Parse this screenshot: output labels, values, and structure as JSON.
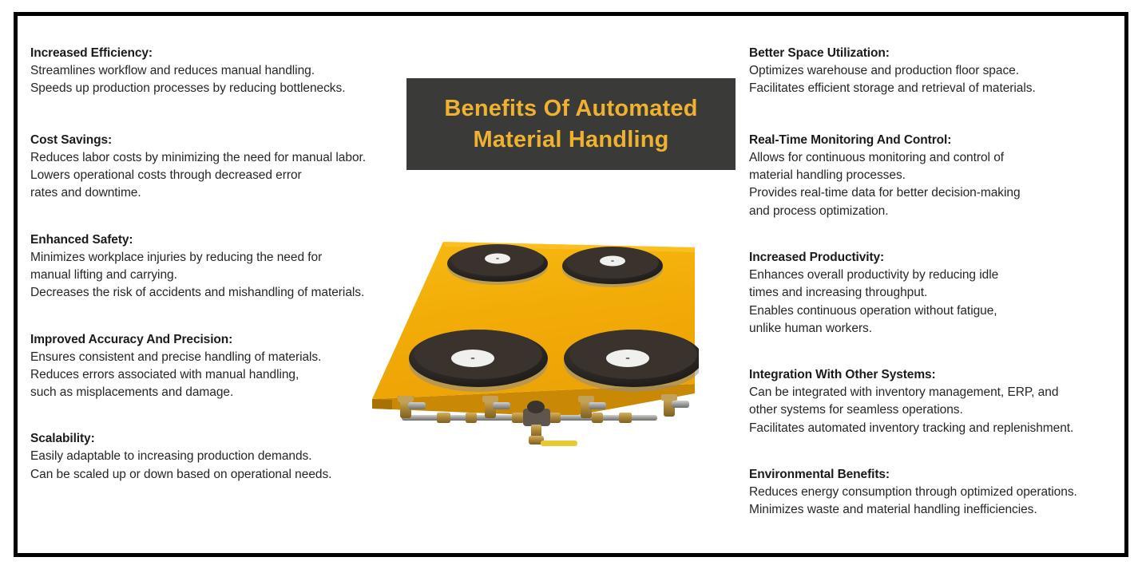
{
  "banner": {
    "line1": "Benefits Of Automated",
    "line2": "Material Handling",
    "background_color": "#3a3a38",
    "text_color": "#eeb130"
  },
  "frame": {
    "border_color": "#000000",
    "background_color": "#ffffff"
  },
  "left_column": [
    {
      "title": "Increased Efficiency:",
      "lines": [
        "Streamlines workflow and reduces manual handling.",
        "Speeds up production processes by reducing bottlenecks."
      ]
    },
    {
      "title": "Cost Savings:",
      "lines": [
        "Reduces labor costs by minimizing the need for manual labor.",
        "Lowers operational costs through decreased error",
        "rates and downtime."
      ]
    },
    {
      "title": "Enhanced Safety:",
      "lines": [
        "Minimizes workplace injuries by reducing the need for",
        "manual lifting and carrying.",
        "Decreases the risk of accidents and mishandling of materials."
      ]
    },
    {
      "title": "Improved Accuracy And Precision:",
      "lines": [
        "Ensures consistent and precise handling of materials.",
        "Reduces errors associated with manual handling,",
        "such as misplacements and damage."
      ]
    },
    {
      "title": "Scalability:",
      "lines": [
        "Easily adaptable to increasing production demands.",
        "Can be scaled up or down based on operational needs."
      ]
    }
  ],
  "right_column": [
    {
      "title": "Better Space Utilization:",
      "lines": [
        "Optimizes warehouse and production floor space.",
        "Facilitates efficient storage and retrieval of materials."
      ]
    },
    {
      "title": "Real-Time Monitoring And Control:",
      "lines": [
        "Allows for continuous monitoring and control of",
        "material handling processes.",
        "Provides real-time data for better decision-making",
        "and process optimization."
      ]
    },
    {
      "title": "Increased Productivity:",
      "lines": [
        "Enhances overall productivity by reducing idle",
        "times and increasing throughput.",
        "Enables continuous operation without fatigue,",
        "unlike human workers."
      ]
    },
    {
      "title": "Integration With Other Systems:",
      "lines": [
        "Can be integrated with inventory management, ERP, and",
        "other systems for seamless operations.",
        "Facilitates automated inventory tracking and replenishment."
      ]
    },
    {
      "title": "Environmental Benefits:",
      "lines": [
        "Reduces energy consumption through optimized operations.",
        "Minimizes waste and material handling inefficiencies."
      ]
    }
  ],
  "product_image": {
    "name": "vacuum-lifter-photo",
    "plate_color": "#f2ab07",
    "plate_edge_color": "#d79205",
    "suction_cup_color": "#2b2724",
    "suction_cup_center_color": "#f0f0ee",
    "plumbing_brass_color": "#b08b3c",
    "plumbing_steel_color": "#9a9a96",
    "valve_handle_color": "#e9c832",
    "suction_cup_count": 4
  }
}
